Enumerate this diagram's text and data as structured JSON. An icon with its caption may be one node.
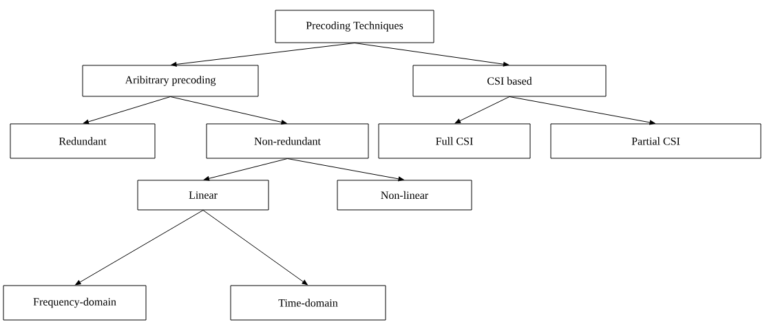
{
  "diagram": {
    "nodes": [
      {
        "text": [
          "Precoding Techniques"
        ]
      },
      {
        "text": [
          "Aribitrary precoding"
        ]
      },
      {
        "text": [
          "CSI based"
        ]
      },
      {
        "text": [
          "Redundant"
        ]
      },
      {
        "text": [
          "Non-redundant"
        ]
      },
      {
        "text": [
          "Full CSI"
        ]
      },
      {
        "text": [
          "Partial CSI"
        ]
      },
      {
        "text": [
          "Linear"
        ]
      },
      {
        "text": [
          "Non-linear"
        ]
      },
      {
        "text": [
          "Frequency-domain"
        ]
      },
      {
        "text": [
          "Time-domain"
        ]
      }
    ],
    "edges": [
      {
        "from": 0,
        "to": 1,
        "arrow": "to"
      },
      {
        "from": 0,
        "to": 2,
        "arrow": "to"
      },
      {
        "from": 1,
        "to": 3,
        "arrow": "to"
      },
      {
        "from": 1,
        "to": 4,
        "arrow": "to"
      },
      {
        "from": 2,
        "to": 5,
        "arrow": "to"
      },
      {
        "from": 2,
        "to": 6,
        "arrow": "to"
      },
      {
        "from": 4,
        "to": 7,
        "arrow": "to"
      },
      {
        "from": 4,
        "to": 8,
        "arrow": "to"
      },
      {
        "from": 7,
        "to": 9,
        "arrow": "to"
      },
      {
        "from": 7,
        "to": 10,
        "arrow": "to"
      }
    ]
  }
}
